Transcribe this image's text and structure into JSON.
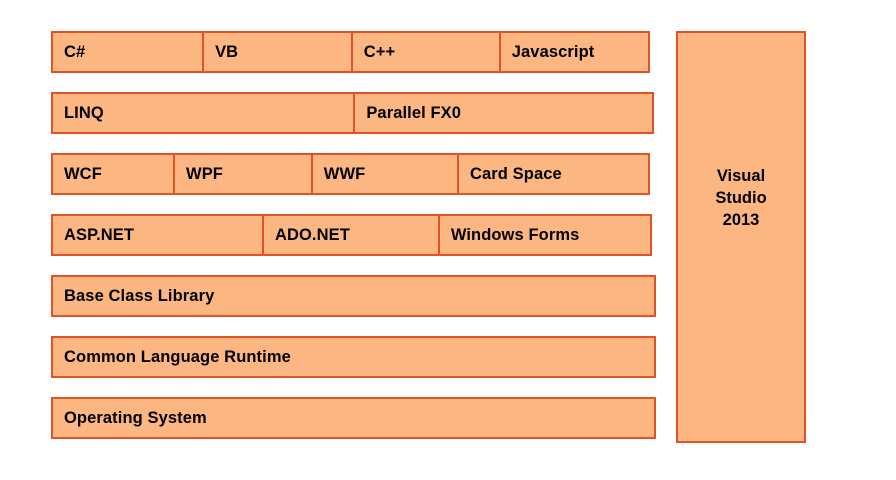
{
  "diagram": {
    "type": "layered-architecture",
    "colors": {
      "box_fill": "#FCB681",
      "box_border": "#DF5326",
      "text": "#000000",
      "background": "#FFFFFF"
    },
    "rows": [
      {
        "name": "languages",
        "cells": [
          {
            "label": "C#",
            "width_pct": 25.3
          },
          {
            "label": "VB",
            "width_pct": 24.9
          },
          {
            "label": "C++",
            "width_pct": 24.8
          },
          {
            "label": "Javascript",
            "width_pct": 25.0
          }
        ]
      },
      {
        "name": "query-and-parallel",
        "cells": [
          {
            "label": "LINQ",
            "width_pct": 50.3
          },
          {
            "label": "Parallel FX0",
            "width_pct": 49.7
          }
        ]
      },
      {
        "name": "services",
        "cells": [
          {
            "label": "WCF",
            "width_pct": 20.5
          },
          {
            "label": "WPF",
            "width_pct": 23.1
          },
          {
            "label": "WWF",
            "width_pct": 24.5
          },
          {
            "label": "Card Space",
            "width_pct": 31.9
          }
        ]
      },
      {
        "name": "application-models",
        "cells": [
          {
            "label": "ASP.NET",
            "width_pct": 35.2
          },
          {
            "label": "ADO.NET",
            "width_pct": 29.4
          },
          {
            "label": "Windows Forms",
            "width_pct": 35.4
          }
        ]
      },
      {
        "name": "base-class-library",
        "cells": [
          {
            "label": "Base Class Library",
            "width_pct": 100
          }
        ]
      },
      {
        "name": "common-language-runtime",
        "cells": [
          {
            "label": "Common Language Runtime",
            "width_pct": 100
          }
        ]
      },
      {
        "name": "operating-system",
        "cells": [
          {
            "label": "Operating System",
            "width_pct": 100
          }
        ]
      }
    ],
    "side_panel": {
      "name": "visual-studio",
      "label": "Visual\nStudio\n2013"
    }
  }
}
